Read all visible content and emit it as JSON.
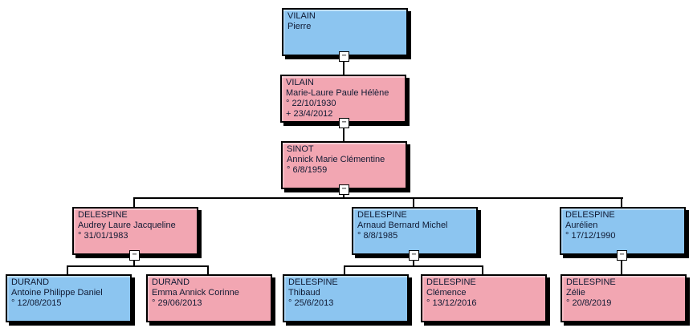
{
  "diagram": {
    "type": "family-tree",
    "background": "#ffffff",
    "line_color": "#000000"
  },
  "colors": {
    "male": "#8cc5f0",
    "female": "#f2a6b2",
    "border": "#000000",
    "text": "#101a33",
    "button_background": "#ffffff"
  },
  "icons": {
    "collapse_minus": "−"
  },
  "persons": [
    {
      "surname": "VILAIN",
      "given": "Pierre",
      "birth": "",
      "death": "",
      "gender": "male"
    },
    {
      "surname": "VILAIN",
      "given": "Marie-Laure Paule Hélène",
      "birth": "° 22/10/1930",
      "death": "+ 23/4/2012",
      "gender": "female"
    },
    {
      "surname": "SINOT",
      "given": "Annick Marie Clémentine",
      "birth": "° 6/8/1959",
      "death": "",
      "gender": "female"
    },
    {
      "surname": "DELESPINE",
      "given": "Audrey Laure Jacqueline",
      "birth": "° 31/01/1983",
      "death": "",
      "gender": "female"
    },
    {
      "surname": "DELESPINE",
      "given": "Arnaud Bernard Michel",
      "birth": "° 8/8/1985",
      "death": "",
      "gender": "male"
    },
    {
      "surname": "DELESPINE",
      "given": "Aurélien",
      "birth": "° 17/12/1990",
      "death": "",
      "gender": "male"
    },
    {
      "surname": "DURAND",
      "given": "Antoine Philippe Daniel",
      "birth": "° 12/08/2015",
      "death": "",
      "gender": "male"
    },
    {
      "surname": "DURAND",
      "given": "Emma Annick Corinne",
      "birth": "° 29/06/2013",
      "death": "",
      "gender": "female"
    },
    {
      "surname": "DELESPINE",
      "given": "Thibaud",
      "birth": "° 25/6/2013",
      "death": "",
      "gender": "male"
    },
    {
      "surname": "DELESPINE",
      "given": "Clémence",
      "birth": "° 13/12/2016",
      "death": "",
      "gender": "female"
    },
    {
      "surname": "DELESPINE",
      "given": "Zélie",
      "birth": "° 20/8/2019",
      "death": "",
      "gender": "female"
    }
  ]
}
